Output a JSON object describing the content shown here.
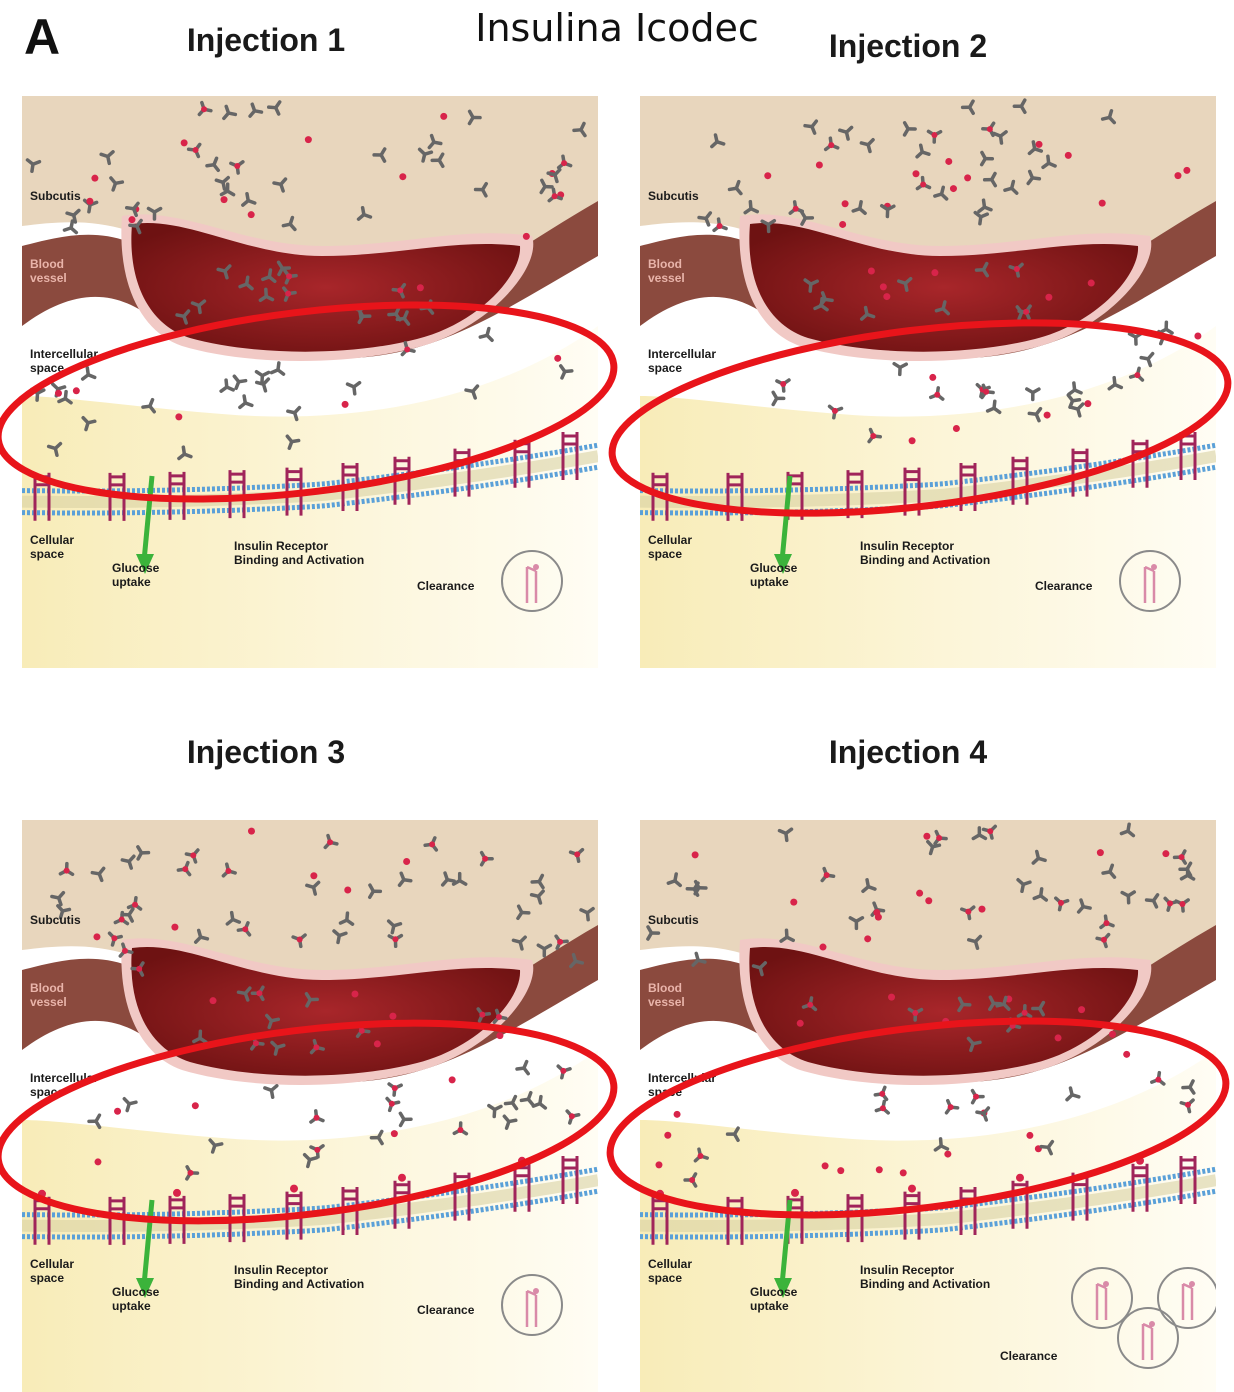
{
  "figure": {
    "panel_letter": "A",
    "title": "Insulina Icodec"
  },
  "labels": {
    "subcutis": "Subcutis",
    "blood_vessel_1": "Blood",
    "blood_vessel_2": "vessel",
    "intercellular_1": "Intercellular",
    "intercellular_2": "space",
    "cellular_1": "Cellular",
    "cellular_2": "space",
    "glucose_1": "Glucose",
    "glucose_2": "uptake",
    "receptor_1": "Insulin Receptor",
    "receptor_2": "Binding and Activation",
    "clearance": "Clearance"
  },
  "panels": [
    {
      "title": "Injection 1",
      "clearance_circles": 1
    },
    {
      "title": "Injection 2",
      "clearance_circles": 1
    },
    {
      "title": "Injection 3",
      "clearance_circles": 1
    },
    {
      "title": "Injection 4",
      "clearance_circles": 3
    }
  ],
  "colors": {
    "subcutis": "#e8d6bd",
    "vessel_wall": "#8b4a3e",
    "vessel_lumen": "#6e1212",
    "membrane": "#5aa0d8",
    "receptor": "#a0245a",
    "insulin": "#666666",
    "albumin": "#d8244a",
    "glucose_arrow": "#3bb33b",
    "highlight": "#e8141a",
    "cell": "#f8ecb8"
  }
}
